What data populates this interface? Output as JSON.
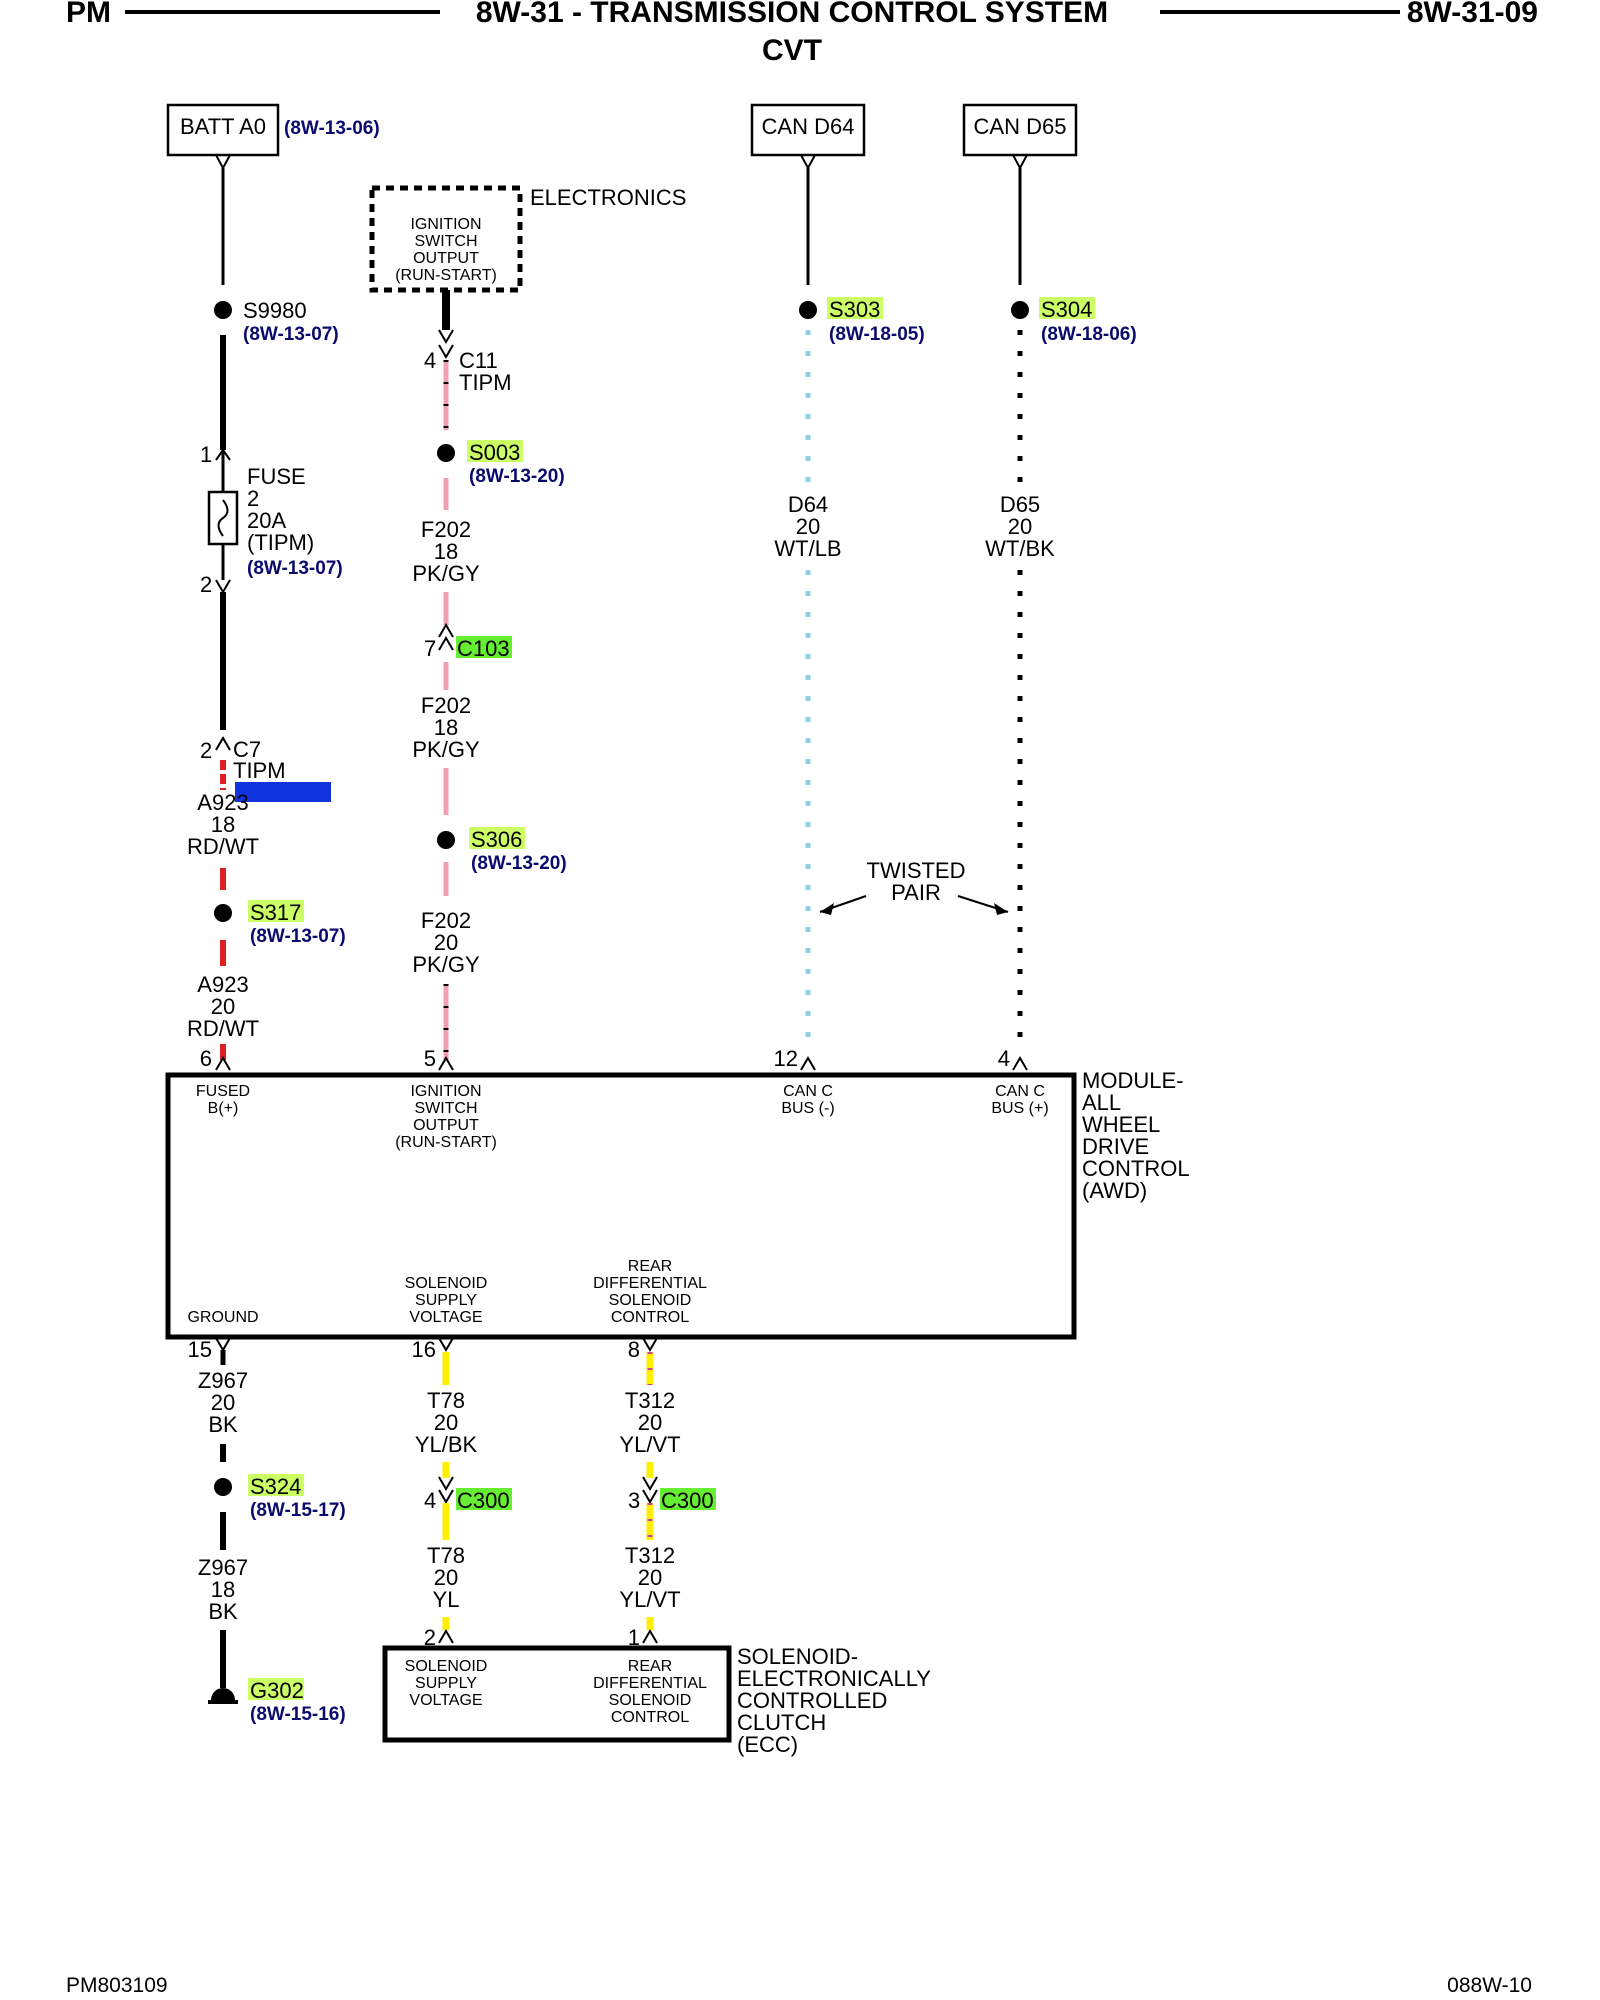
{
  "header": {
    "left": "PM",
    "title": "8W-31 - TRANSMISSION CONTROL SYSTEM",
    "subtitle": "CVT",
    "right": "8W-31-09"
  },
  "footer": {
    "left": "PM803109",
    "right": "088W-10"
  },
  "colors": {
    "pink_wire": "#f0a0b0",
    "red_wire": "#e02020",
    "lightblue_wire": "#8fd0e0",
    "yellow_wire": "#ffee00",
    "splice_highlight": "#ccff66",
    "connector_highlight": "#66ee33",
    "obscured_ref": "#1133dd"
  },
  "sources": {
    "batt": {
      "label": "BATT A0",
      "ref": "(8W-13-06)"
    },
    "can_d64": {
      "label": "CAN D64"
    },
    "can_d65": {
      "label": "CAN D65"
    },
    "electronics": {
      "lines": [
        "IGNITION",
        "SWITCH",
        "OUTPUT",
        "(RUN-START)"
      ],
      "label": "ELECTRONICS"
    }
  },
  "splices": {
    "s9980": {
      "id": "S9980",
      "ref": "(8W-13-07)"
    },
    "s003": {
      "id": "S003",
      "ref": "(8W-13-20)"
    },
    "s303": {
      "id": "S303",
      "ref": "(8W-18-05)"
    },
    "s304": {
      "id": "S304",
      "ref": "(8W-18-06)"
    },
    "s306": {
      "id": "S306",
      "ref": "(8W-13-20)"
    },
    "s317": {
      "id": "S317",
      "ref": "(8W-13-07)"
    },
    "s324": {
      "id": "S324",
      "ref": "(8W-15-17)"
    }
  },
  "ground": {
    "id": "G302",
    "ref": "(8W-15-16)"
  },
  "fuse": {
    "pin_top": "1",
    "pin_bottom": "2",
    "lines": [
      "FUSE",
      "2",
      "20A",
      "(TIPM)"
    ],
    "ref": "(8W-13-07)"
  },
  "connectors": {
    "c11": {
      "pin": "4",
      "name": "C11",
      "sub": "TIPM"
    },
    "c103": {
      "pin": "7",
      "name": "C103"
    },
    "c7": {
      "pin": "2",
      "name": "C7",
      "sub": "TIPM"
    },
    "c300_a": {
      "pin": "4",
      "name": "C300"
    },
    "c300_b": {
      "pin": "3",
      "name": "C300"
    }
  },
  "wires": {
    "f202_a": [
      "F202",
      "18",
      "PK/GY"
    ],
    "f202_b": [
      "F202",
      "18",
      "PK/GY"
    ],
    "f202_c": [
      "F202",
      "20",
      "PK/GY"
    ],
    "a923_a": [
      "A923",
      "18",
      "RD/WT"
    ],
    "a923_b": [
      "A923",
      "20",
      "RD/WT"
    ],
    "d64": [
      "D64",
      "20",
      "WT/LB"
    ],
    "d65": [
      "D65",
      "20",
      "WT/BK"
    ],
    "z967_a": [
      "Z967",
      "20",
      "BK"
    ],
    "z967_b": [
      "Z967",
      "18",
      "BK"
    ],
    "t78_a": [
      "T78",
      "20",
      "YL/BK"
    ],
    "t78_b": [
      "T78",
      "20",
      "YL"
    ],
    "t312_a": [
      "T312",
      "20",
      "YL/VT"
    ],
    "t312_b": [
      "T312",
      "20",
      "YL/VT"
    ]
  },
  "twisted_pair": [
    "TWISTED",
    "PAIR"
  ],
  "awd_module": {
    "name": [
      "MODULE-",
      "ALL",
      "WHEEL",
      "DRIVE",
      "CONTROL",
      "(AWD)"
    ],
    "top_pins": [
      {
        "pin": "6",
        "label": [
          "FUSED",
          "B(+)"
        ]
      },
      {
        "pin": "5",
        "label": [
          "IGNITION",
          "SWITCH",
          "OUTPUT",
          "(RUN-START)"
        ]
      },
      {
        "pin": "12",
        "label": [
          "CAN C",
          "BUS (-)"
        ]
      },
      {
        "pin": "4",
        "label": [
          "CAN C",
          "BUS (+)"
        ]
      }
    ],
    "bottom_pins": [
      {
        "pin": "15",
        "label": [
          "GROUND"
        ]
      },
      {
        "pin": "16",
        "label": [
          "SOLENOID",
          "SUPPLY",
          "VOLTAGE"
        ]
      },
      {
        "pin": "8",
        "label": [
          "REAR",
          "DIFFERENTIAL",
          "SOLENOID",
          "CONTROL"
        ]
      }
    ]
  },
  "solenoid": {
    "name": [
      "SOLENOID-",
      "ELECTRONICALLY",
      "CONTROLLED",
      "CLUTCH",
      "(ECC)"
    ],
    "pins": [
      {
        "pin": "2",
        "label": [
          "SOLENOID",
          "SUPPLY",
          "VOLTAGE"
        ]
      },
      {
        "pin": "1",
        "label": [
          "REAR",
          "DIFFERENTIAL",
          "SOLENOID",
          "CONTROL"
        ]
      }
    ]
  }
}
